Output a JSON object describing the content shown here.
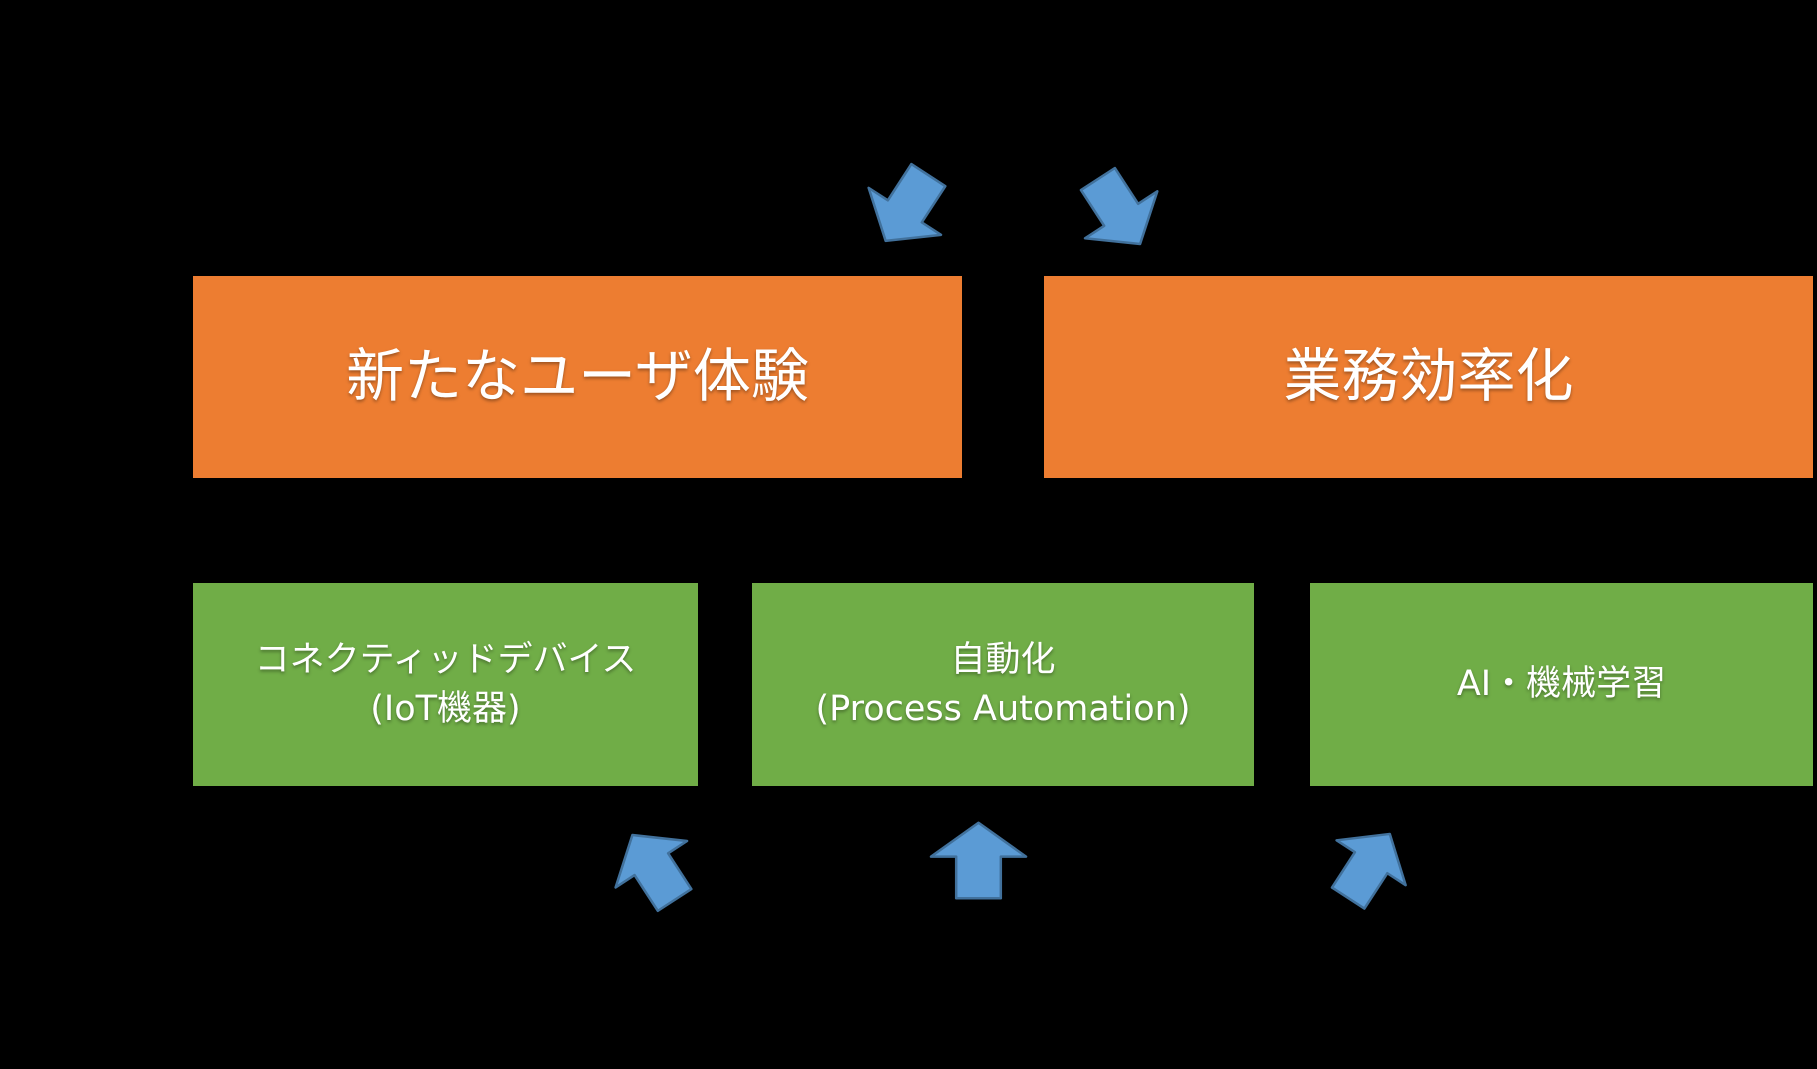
{
  "diagram": {
    "colors": {
      "background": "#000000",
      "top_box": "#ED7D31",
      "bottom_box": "#70AD47",
      "arrow_fill": "#5B9BD5",
      "arrow_stroke": "#41719C",
      "text": "#FFFFFF"
    },
    "top_boxes": [
      {
        "label": "新たなユーザ体験"
      },
      {
        "label": "業務効率化"
      }
    ],
    "bottom_boxes": [
      {
        "lines": [
          "コネクティッドデバイス",
          "(IoT機器)"
        ]
      },
      {
        "lines": [
          "自動化",
          "(Process Automation)"
        ]
      },
      {
        "lines": [
          "AI・機械学習"
        ]
      }
    ],
    "arrows": [
      {
        "direction": "down-left"
      },
      {
        "direction": "down-right"
      },
      {
        "direction": "up-left"
      },
      {
        "direction": "up"
      },
      {
        "direction": "up-right"
      }
    ]
  }
}
